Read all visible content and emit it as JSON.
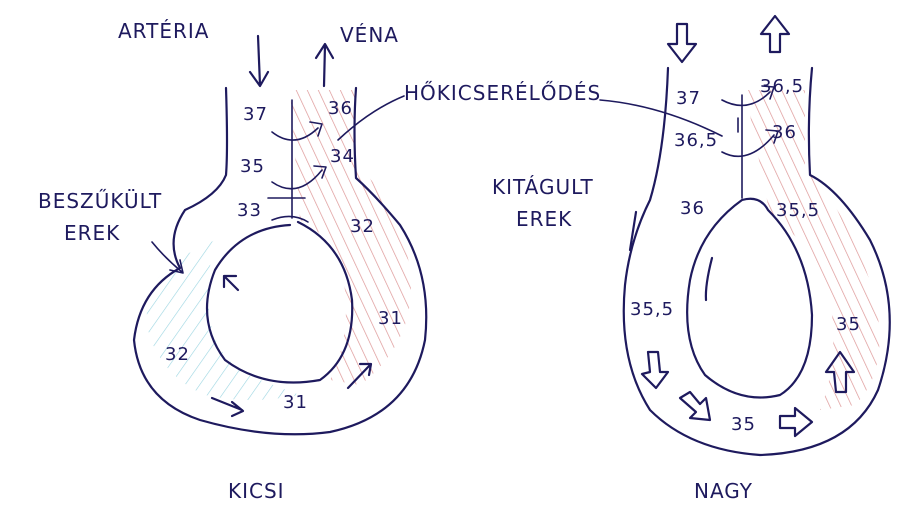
{
  "colors": {
    "ink": "#1e1a5e",
    "warm_hatch": "#d98a8a",
    "cool_hatch": "#8fd0dd",
    "paper": "#ffffff"
  },
  "labels": {
    "arteria": "ARTÉRIA",
    "vena": "VÉNA",
    "hocsere": "HŐKICSERÉLŐDÉS",
    "beszukult_1": "BESZŰKÜLT",
    "beszukult_2": "EREK",
    "kitagult_1": "KITÁGULT",
    "kitagult_2": "EREK",
    "kicsi": "KICSI",
    "nagy": "NAGY"
  },
  "left_loop": {
    "t_37": "37",
    "t_36": "36",
    "t_35": "35",
    "t_34": "34",
    "t_33": "33",
    "t_32_right": "32",
    "t_31_right": "31",
    "t_32_left": "32",
    "t_31_bottom": "31"
  },
  "right_loop": {
    "t_37": "37",
    "t_365_top": "36,5",
    "t_365_mid": "36,5",
    "t_36_mid": "36",
    "t_36_left": "36",
    "t_355_right": "35,5",
    "t_355_left": "35,5",
    "t_35_right": "35",
    "t_35_bottom": "35"
  },
  "icons": [
    "down-arrow-icon",
    "up-arrow-icon",
    "outline-down-arrow-icon",
    "outline-up-arrow-icon",
    "flow-arrow-icon",
    "curved-exchange-arrow-icon"
  ]
}
